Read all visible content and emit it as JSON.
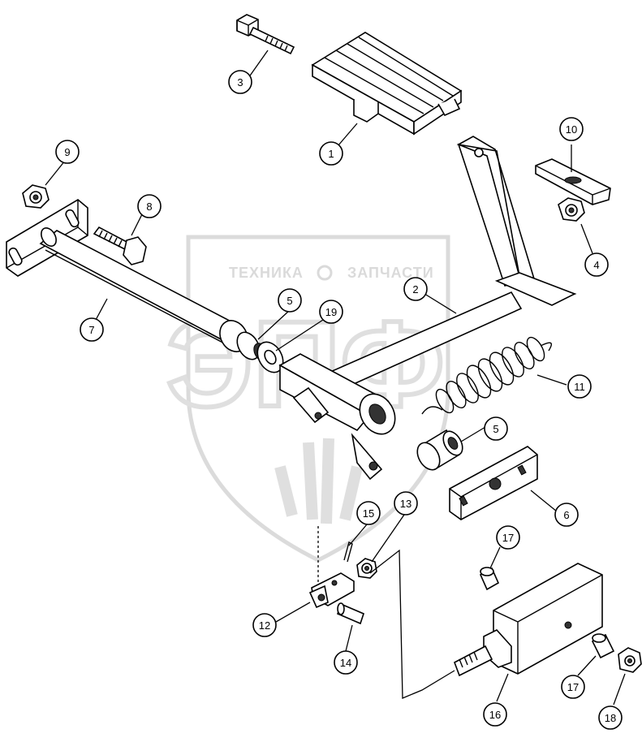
{
  "watermark": {
    "line1_left": "ТЕХНИКА",
    "line1_right": "ЗАПЧАСТИ",
    "big_letters": "ЭПФ"
  },
  "callouts": [
    {
      "id": "c1",
      "label": "1"
    },
    {
      "id": "c2",
      "label": "2"
    },
    {
      "id": "c3",
      "label": "3"
    },
    {
      "id": "c4",
      "label": "4"
    },
    {
      "id": "c5a",
      "label": "5"
    },
    {
      "id": "c5b",
      "label": "5"
    },
    {
      "id": "c6",
      "label": "6"
    },
    {
      "id": "c7",
      "label": "7"
    },
    {
      "id": "c8",
      "label": "8"
    },
    {
      "id": "c9",
      "label": "9"
    },
    {
      "id": "c10",
      "label": "10"
    },
    {
      "id": "c11",
      "label": "11"
    },
    {
      "id": "c12",
      "label": "12"
    },
    {
      "id": "c13",
      "label": "13"
    },
    {
      "id": "c14",
      "label": "14"
    },
    {
      "id": "c15",
      "label": "15"
    },
    {
      "id": "c16",
      "label": "16"
    },
    {
      "id": "c17a",
      "label": "17"
    },
    {
      "id": "c17b",
      "label": "17"
    },
    {
      "id": "c18",
      "label": "18"
    },
    {
      "id": "c19",
      "label": "19"
    }
  ]
}
